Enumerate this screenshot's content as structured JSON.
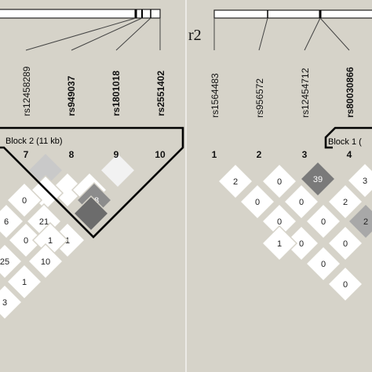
{
  "r2_label": "r2",
  "left_panel": {
    "snps": [
      "rs12458289",
      "rs949037",
      "rs1801018",
      "rs2551402"
    ],
    "snps_bold": [
      false,
      true,
      true,
      true
    ],
    "positions": [
      "7",
      "8",
      "9",
      "10"
    ],
    "block_label": "Block 2 (11 kb)",
    "cells": [
      {
        "value": "",
        "shade": "#c9c9c9"
      },
      {
        "value": "",
        "shade": "#ffffff"
      },
      {
        "value": "",
        "shade": "#ffffff"
      },
      {
        "value": "98",
        "shade": "#8c8c8c"
      },
      {
        "value": "",
        "shade": "#6c6c6c"
      },
      {
        "value": "",
        "shade": "#ffffff"
      },
      {
        "value": "",
        "shade": "#f2f2f2"
      },
      {
        "value": "1",
        "shade": "#ffffff"
      },
      {
        "value": "0",
        "shade": "#ffffff"
      },
      {
        "value": "21",
        "shade": "#ffffff"
      },
      {
        "value": "6",
        "shade": "#ffffff"
      },
      {
        "value": "0",
        "shade": "#ffffff"
      },
      {
        "value": "1",
        "shade": "#ffffff"
      },
      {
        "value": "10",
        "shade": "#ffffff"
      },
      {
        "value": "25",
        "shade": "#ffffff"
      },
      {
        "value": "1",
        "shade": "#ffffff"
      },
      {
        "value": "3",
        "shade": "#ffffff"
      }
    ]
  },
  "right_panel": {
    "snps": [
      "rs1564483",
      "rs956572",
      "rs12454712",
      "rs80030866"
    ],
    "snps_bold": [
      false,
      false,
      false,
      true
    ],
    "positions": [
      "1",
      "2",
      "3",
      "4"
    ],
    "block_label": "Block 1 (",
    "cells": [
      {
        "value": "2",
        "shade": "#ffffff"
      },
      {
        "value": "0",
        "shade": "#ffffff"
      },
      {
        "value": "39",
        "shade": "#7a7a7a"
      },
      {
        "value": "3",
        "shade": "#ffffff"
      },
      {
        "value": "0",
        "shade": "#ffffff"
      },
      {
        "value": "0",
        "shade": "#ffffff"
      },
      {
        "value": "2",
        "shade": "#ffffff"
      },
      {
        "value": "2",
        "shade": "#a8a8a8"
      },
      {
        "value": "0",
        "shade": "#ffffff"
      },
      {
        "value": "0",
        "shade": "#ffffff"
      },
      {
        "value": "0",
        "shade": "#ffffff"
      },
      {
        "value": "1",
        "shade": "#ffffff"
      },
      {
        "value": "0",
        "shade": "#ffffff"
      },
      {
        "value": "0",
        "shade": "#ffffff"
      },
      {
        "value": "0",
        "shade": "#ffffff"
      }
    ]
  }
}
